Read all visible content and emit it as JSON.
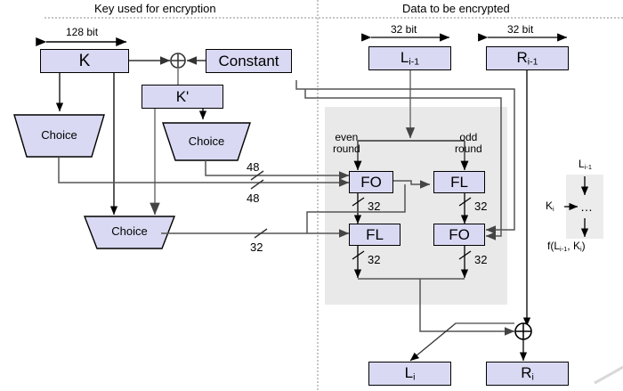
{
  "diagram": {
    "title_left": "Key used for encryption",
    "title_right": "Data to be encrypted",
    "key_side": {
      "dim_128": "128 bit",
      "k_label": "K",
      "constant_label": "Constant",
      "kprime_label": "K'",
      "choice_label": "Choice",
      "choices": [
        {
          "name": "choice-left",
          "label": "Choice"
        },
        {
          "name": "choice-right",
          "label": "Choice"
        },
        {
          "name": "choice-bottom",
          "label": "Choice"
        }
      ],
      "bus_48_a": "48",
      "bus_48_b": "48",
      "bus_32": "32"
    },
    "data_side": {
      "dim_32_left": "32 bit",
      "dim_32_right": "32 bit",
      "l_in": "L",
      "l_in_sub": "i-1",
      "r_in": "R",
      "r_in_sub": "i-1",
      "l_out": "L",
      "l_out_sub": "i",
      "r_out": "R",
      "r_out_sub": "i",
      "even_round": "even round",
      "even_round_l1": "even",
      "even_round_l2": "round",
      "odd_round_l1": "odd",
      "odd_round_l2": "round",
      "units": [
        {
          "name": "unit-fo-even-top",
          "label": "FO"
        },
        {
          "name": "unit-fl-odd-top",
          "label": "FL"
        },
        {
          "name": "unit-fl-even-bottom",
          "label": "FL"
        },
        {
          "name": "unit-fo-odd-bottom",
          "label": "FO"
        }
      ],
      "bus_widths": [
        "32",
        "32",
        "32",
        "32"
      ],
      "xor_symbol": "⊕"
    },
    "legend": {
      "input": "L",
      "input_sub": "i-1",
      "key": "K",
      "key_sub": "i",
      "ellipsis": "…",
      "output_prefix": "f(L",
      "output_sub1": "i-1",
      "output_mid": ", K",
      "output_sub2": "i",
      "output_suffix": ")"
    },
    "colors": {
      "box_fill": "#d9d9f3",
      "box_stroke": "#000000",
      "shade": "#e9e9e9",
      "wire": "#555555",
      "wire_dark": "#000000",
      "divider": "#999999"
    }
  }
}
